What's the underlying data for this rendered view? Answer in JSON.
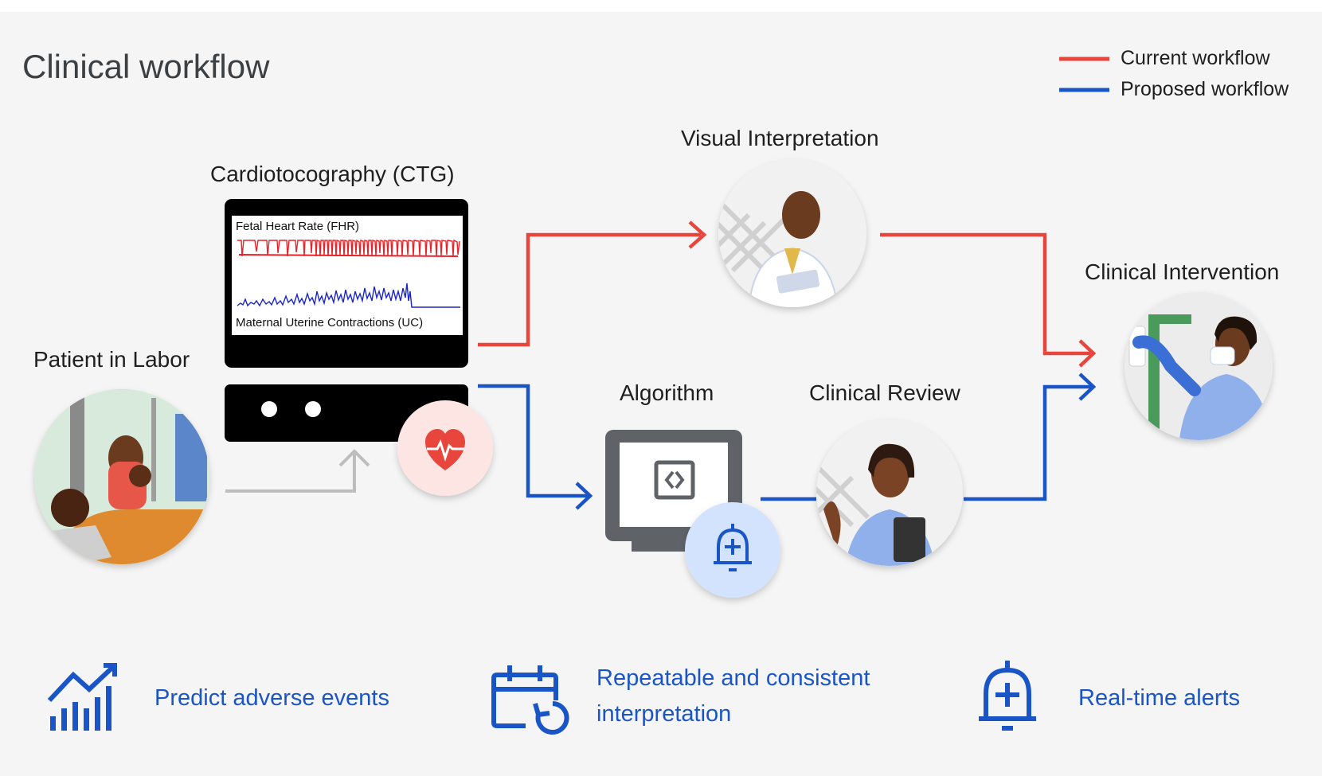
{
  "title": "Clinical workflow",
  "legend": {
    "current": {
      "label": "Current workflow",
      "color": "#e8453c"
    },
    "proposed": {
      "label": "Proposed workflow",
      "color": "#1a55c7"
    }
  },
  "nodes": {
    "patient": "Patient in Labor",
    "ctg": "Cardiotocography (CTG)",
    "visual": "Visual Interpretation",
    "algorithm": "Algorithm",
    "review": "Clinical Review",
    "intervention": "Clinical Intervention"
  },
  "ctg_screen": {
    "fhr_label": "Fetal Heart Rate (FHR)",
    "uc_label": "Maternal Uterine Contractions (UC)"
  },
  "features": [
    {
      "icon": "trend-chart-icon",
      "text": "Predict adverse events"
    },
    {
      "icon": "calendar-repeat-icon",
      "line1": "Repeatable and consistent",
      "line2": "interpretation"
    },
    {
      "icon": "medical-bell-icon",
      "text": "Real-time alerts"
    }
  ],
  "colors": {
    "red": "#e8453c",
    "blue": "#1a55c7",
    "gray_arrow": "#bdbdbd",
    "background": "#f5f5f5"
  }
}
